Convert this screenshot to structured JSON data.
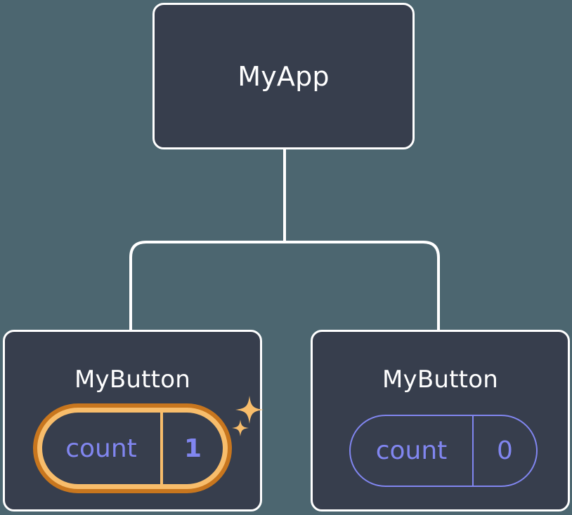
{
  "diagram": {
    "type": "component-tree",
    "background_color": "#4c6670",
    "node_fill_color": "#373e4d",
    "node_border_color": "#ffffff",
    "connector_color": "#ffffff",
    "accent_color": "#f8bd6b",
    "accent_shadow_color": "#c8761e",
    "state_text_color": "#8186f0",
    "root": {
      "title": "MyApp"
    },
    "children": [
      {
        "title": "MyButton",
        "highlighted": true,
        "state": {
          "key": "count",
          "value": "1"
        },
        "sparkle_icons": [
          "sparkle-large-icon",
          "sparkle-small-icon"
        ]
      },
      {
        "title": "MyButton",
        "highlighted": false,
        "state": {
          "key": "count",
          "value": "0"
        }
      }
    ]
  }
}
